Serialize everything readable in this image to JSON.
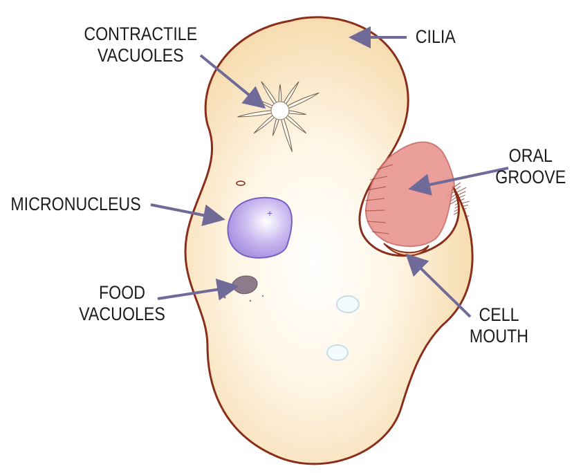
{
  "labels": {
    "contractile_vacuoles": [
      "CONTRACTILE",
      "VACUOLES"
    ],
    "cilia": [
      "CILIA"
    ],
    "oral_groove": [
      "ORAL",
      "GROOVE"
    ],
    "micronucleus": [
      "MICRONUCLEUS"
    ],
    "food_vacuoles": [
      "FOOD",
      "VACUOLES"
    ],
    "cell_mouth": [
      "CELL",
      "MOUTH"
    ]
  },
  "colors": {
    "cell_fill": "#f7dfb4",
    "cell_outline": "#8a2e1a",
    "cilia": "#7a2818",
    "highlight": "#ffffff",
    "nucleus_fill": "#b6a4e6",
    "nucleus_outline": "#7a5fc4",
    "oral_groove": "#e89590",
    "arrow": "#6f6a98",
    "food_vacuole": "#8e7a8a",
    "label_text": "#1c1c1c"
  }
}
